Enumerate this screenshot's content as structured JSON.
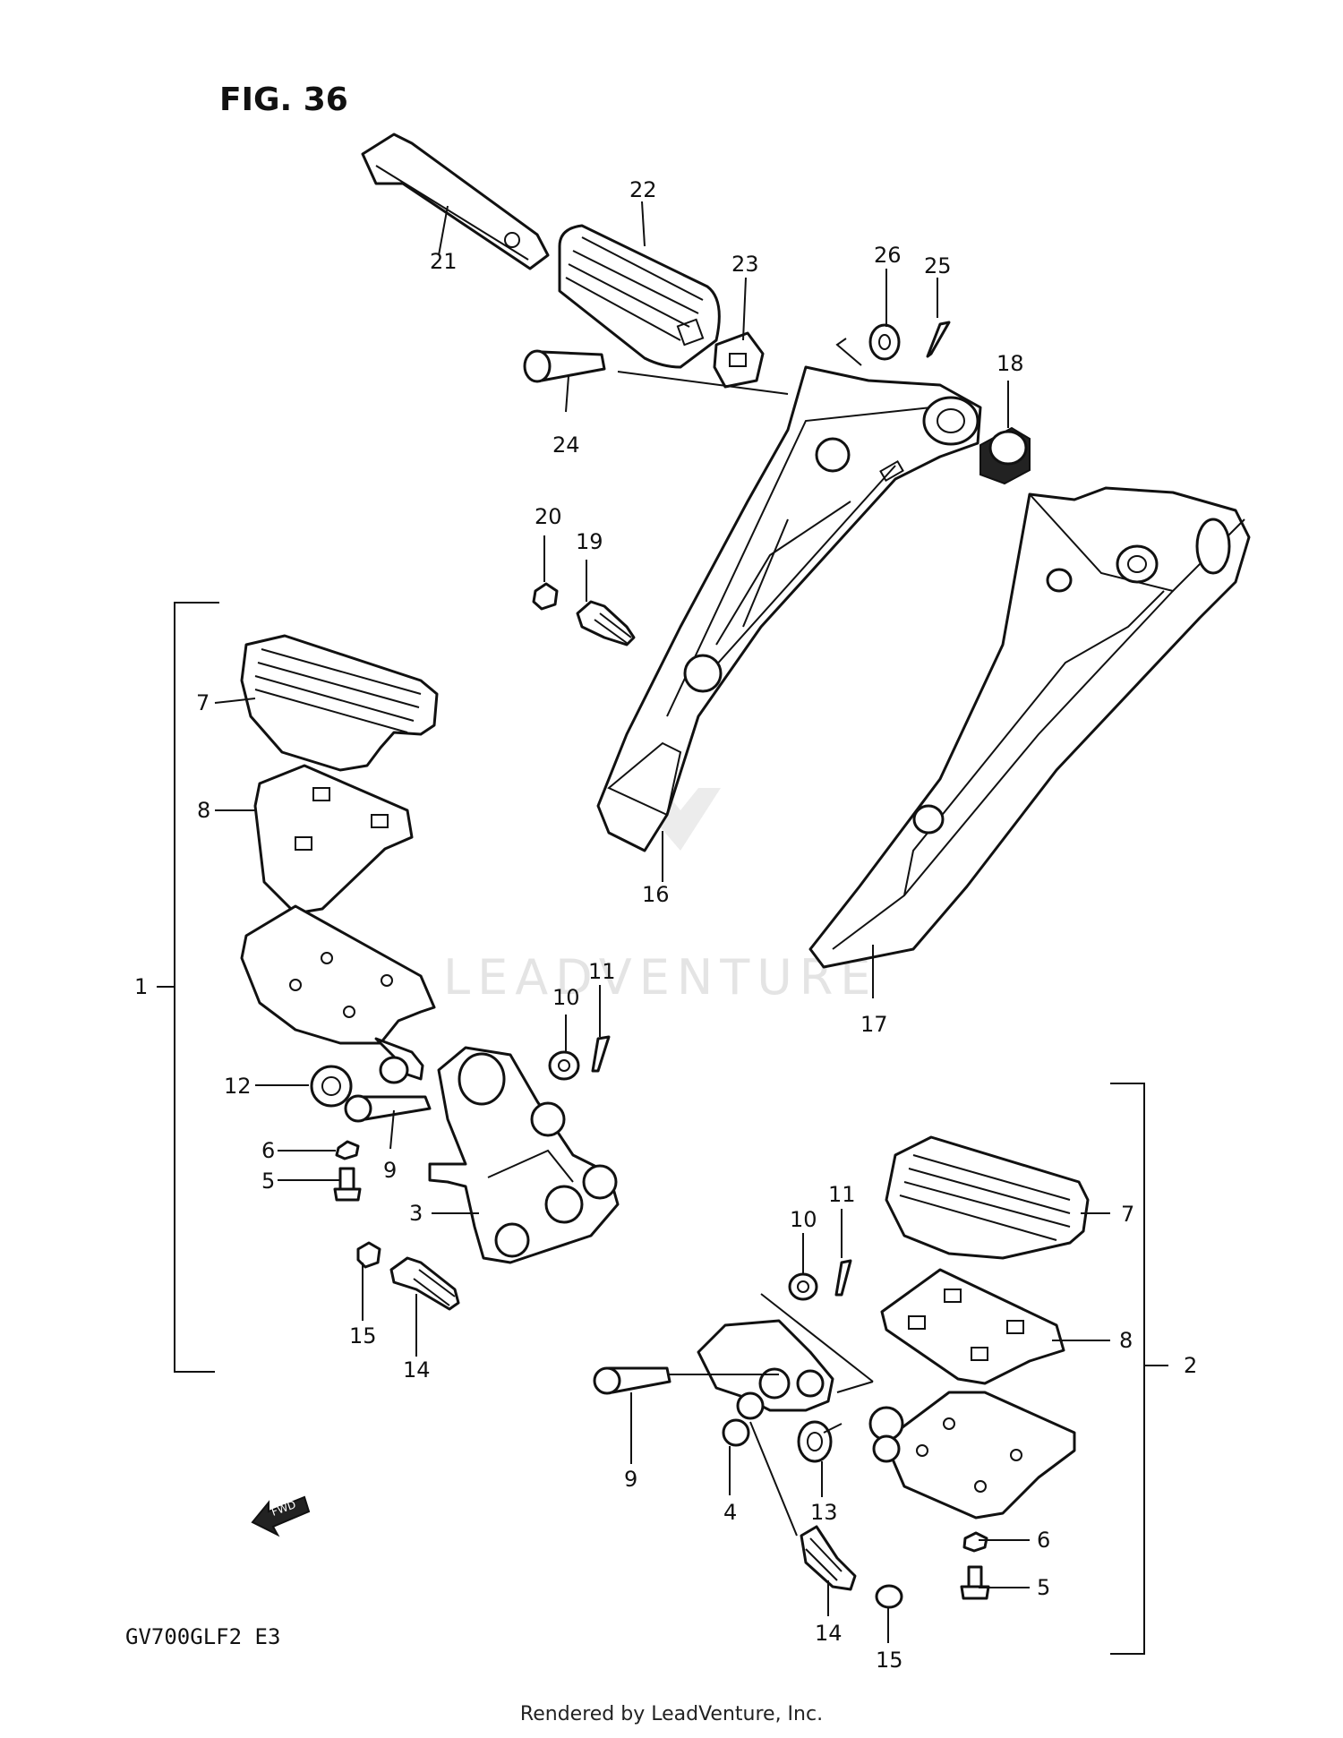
{
  "figure": {
    "title": "FIG. 36",
    "model_code": "GV700GLF2  E3",
    "fwd_label": "FWD",
    "watermark": "LEADVENTURE",
    "footer": "Rendered by LeadVenture, Inc."
  },
  "callouts": {
    "c1": "1",
    "c2": "2",
    "c3": "3",
    "c4": "4",
    "c5a": "5",
    "c5b": "5",
    "c6a": "6",
    "c6b": "6",
    "c7a": "7",
    "c7b": "7",
    "c8a": "8",
    "c8b": "8",
    "c9a": "9",
    "c9b": "9",
    "c10a": "10",
    "c10b": "10",
    "c11a": "11",
    "c11b": "11",
    "c12": "12",
    "c13": "13",
    "c14a": "14",
    "c14b": "14",
    "c15a": "15",
    "c15b": "15",
    "c16": "16",
    "c17": "17",
    "c18": "18",
    "c19": "19",
    "c20": "20",
    "c21": "21",
    "c22": "22",
    "c23": "23",
    "c24": "24",
    "c25": "25",
    "c26": "26"
  }
}
